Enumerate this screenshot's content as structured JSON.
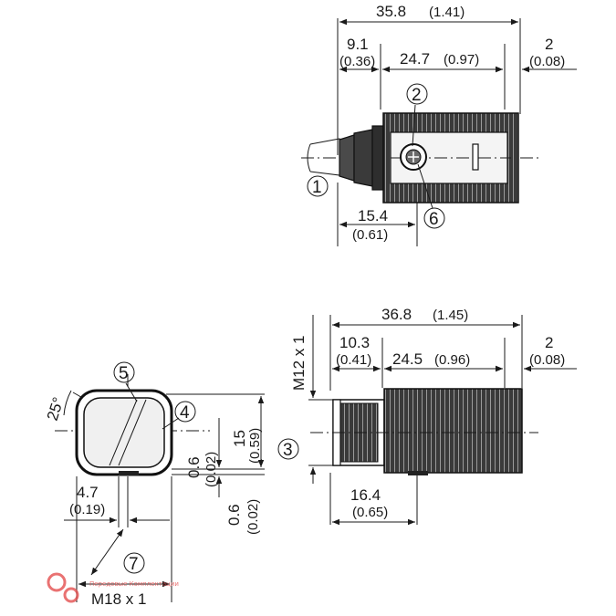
{
  "top_view": {
    "overall_length": "35.8",
    "overall_length_in": "(1.41)",
    "cable_nut": "9.1",
    "cable_nut_in": "(0.36)",
    "housing": "24.7",
    "housing_in": "(0.97)",
    "lens_extra": "2",
    "lens_extra_in": "(0.08)",
    "pot_offset": "15.4",
    "pot_offset_in": "(0.61)"
  },
  "bottom_view": {
    "overall_length": "36.8",
    "overall_length_in": "(1.45)",
    "connector": "10.3",
    "connector_in": "(0.41)",
    "housing": "24.5",
    "housing_in": "(0.96)",
    "lens_extra": "2",
    "lens_extra_in": "(0.08)",
    "led_offset": "16.4",
    "led_offset_in": "(0.65)",
    "thread": "M12 x 1"
  },
  "front_view": {
    "angle": "25°",
    "height": "15",
    "height_in": "(0.59)",
    "gap_top": "0.6",
    "gap_top_in": "(0.02)",
    "gap_bottom": "0.6",
    "gap_bottom_in": "(0.02)",
    "offset": "4.7",
    "offset_in": "(0.19)",
    "thread": "M18 x 1"
  },
  "callouts": [
    "1",
    "2",
    "3",
    "4",
    "5",
    "6",
    "7"
  ],
  "watermark": "Передовые Комплектации",
  "colors": {
    "line": "#1a1a1a",
    "housing": "#3a3a3a",
    "watermark": "#e45050"
  }
}
